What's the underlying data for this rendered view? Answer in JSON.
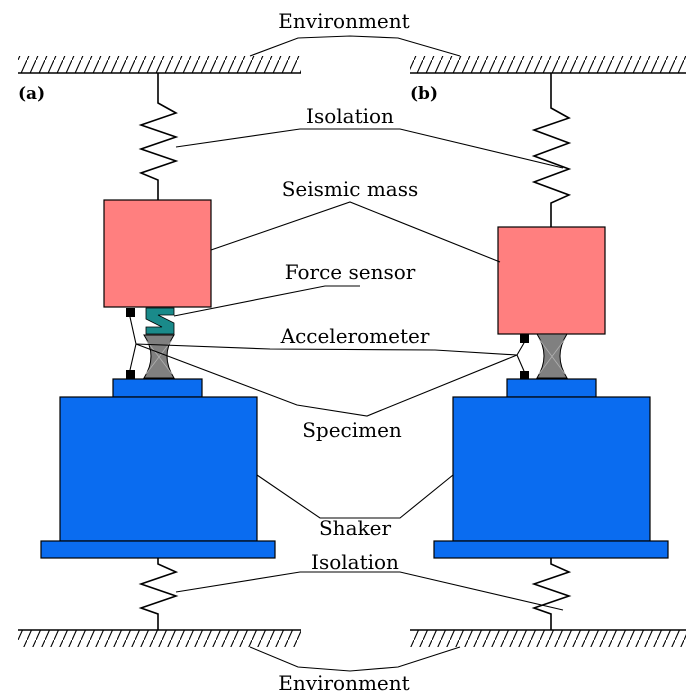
{
  "labels": {
    "environment_top": "Environment",
    "isolation_top": "Isolation",
    "seismic_mass": "Seismic mass",
    "force_sensor": "Force sensor",
    "accelerometer": "Accelerometer",
    "specimen": "Specimen",
    "shaker": "Shaker",
    "isolation_bottom": "Isolation",
    "environment_bottom": "Environment"
  },
  "panels": {
    "a": "a",
    "b": "b"
  },
  "colors": {
    "seismic_mass": "#ff7f7f",
    "shaker": "#0a6cf0",
    "force_sensor": "#1a8a8a",
    "specimen": "#808080",
    "accelerometer": "#000000",
    "outline": "#000000"
  }
}
